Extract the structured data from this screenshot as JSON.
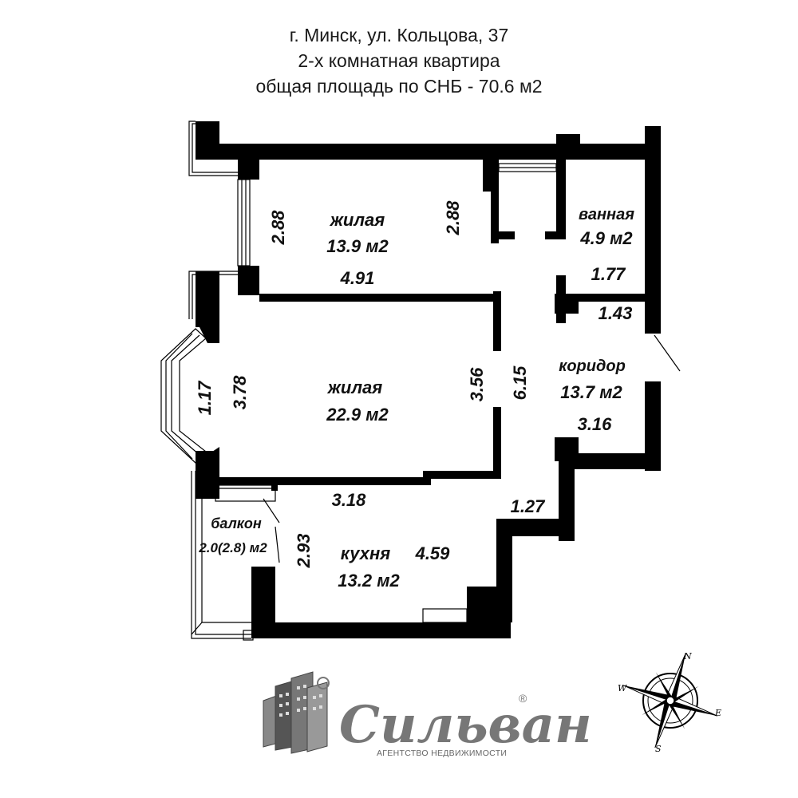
{
  "header": {
    "line1": "г. Минск, ул. Кольцова, 37",
    "line2": "2-х  комнатная квартира",
    "line3": "общая площадь по СНБ - 70.6 м2"
  },
  "rooms": {
    "bedroom": {
      "name": "жилая",
      "area": "13.9 м2",
      "width": "4.91",
      "height_left": "2.88",
      "height_right": "2.88"
    },
    "living": {
      "name": "жилая",
      "area": "22.9 м2",
      "height_left": "3.78",
      "height_right": "3.56",
      "bay": "1.17",
      "bottom": "3.18"
    },
    "bathroom": {
      "name": "ванная",
      "area": "4.9 м2",
      "width": "1.77",
      "dim2": "1.43"
    },
    "corridor": {
      "name": "коридор",
      "area": "13.7 м2",
      "width": "3.16",
      "height": "6.15",
      "dim2": "1.27"
    },
    "kitchen": {
      "name": "кухня",
      "area": "13.2 м2",
      "width": "4.59",
      "height": "2.93"
    },
    "balcony": {
      "name": "балкон",
      "area": "2.0(2.8) м2"
    }
  },
  "compass": {
    "n": "N",
    "s": "S",
    "e": "E",
    "w": "W"
  },
  "logo": {
    "name": "Сильван",
    "registered": "®",
    "tagline": "АГЕНТСТВО НЕДВИЖИМОСТИ"
  }
}
